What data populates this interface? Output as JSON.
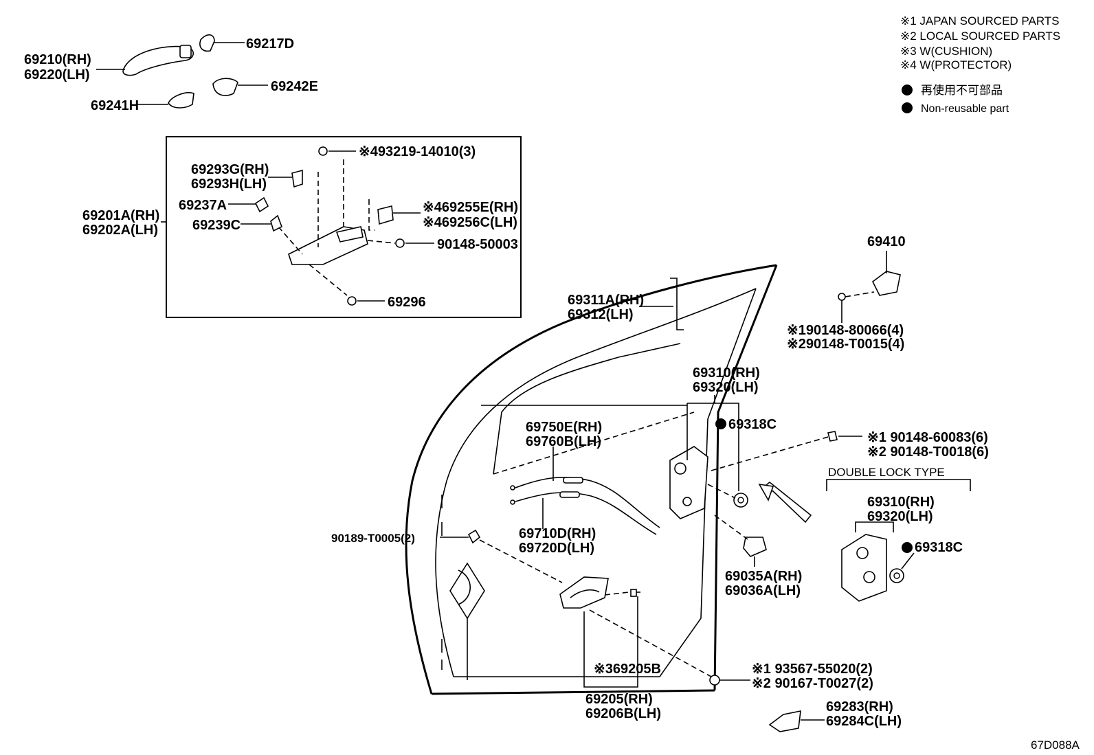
{
  "legend": {
    "line1": "※1 JAPAN SOURCED PARTS",
    "line2": "※2 LOCAL SOURCED PARTS",
    "line3": "※3 W(CUSHION)",
    "line4": "※4 W(PROTECTOR)",
    "nonreusable_jp": "再使用不可部品",
    "nonreusable_en": "Non-reusable part"
  },
  "labels": {
    "p69210": "69210(RH)",
    "p69220": "69220(LH)",
    "p69217D": "69217D",
    "p69241H": "69241H",
    "p69242E": "69242E",
    "p493219": "※493219-14010(3)",
    "p69293G": "69293G(RH)",
    "p69293H": "69293H(LH)",
    "p69201A": "69201A(RH)",
    "p69202A": "69202A(LH)",
    "p69237A": "69237A",
    "p69239C": "69239C",
    "p69255E": "※469255E(RH)",
    "p69256C": "※469256C(LH)",
    "p9014850003": "90148-50003",
    "p69296": "69296",
    "p69410": "69410",
    "p69311A": "69311A(RH)",
    "p69312": "69312(LH)",
    "p9014880066": "※190148-80066(4)",
    "p90148T0015": "※290148-T0015(4)",
    "p69310": "69310(RH)",
    "p69320": "69320(LH)",
    "p69318C": "69318C",
    "p9014860083": "※1 90148-60083(6)",
    "p90148T0018": "※2 90148-T0018(6)",
    "double_lock": "DOUBLE LOCK TYPE",
    "p69310b": "69310(RH)",
    "p69320b": "69320(LH)",
    "p69318Cb": "69318C",
    "p69750E": "69750E(RH)",
    "p69760B": "69760B(LH)",
    "p69710D": "69710D(RH)",
    "p69720D": "69720D(LH)",
    "p90189": "90189-T0005(2)",
    "p69035A": "69035A(RH)",
    "p69036A": "69036A(LH)",
    "p69205B": "※369205B",
    "p93567": "※1 93567-55020(2)",
    "p90167": "※2 90167-T0027(2)",
    "p69205": "69205(RH)",
    "p69206B": "69206B(LH)",
    "p69283": "69283(RH)",
    "p69284C": "69284C(LH)",
    "diagram_code": "67D088A"
  }
}
